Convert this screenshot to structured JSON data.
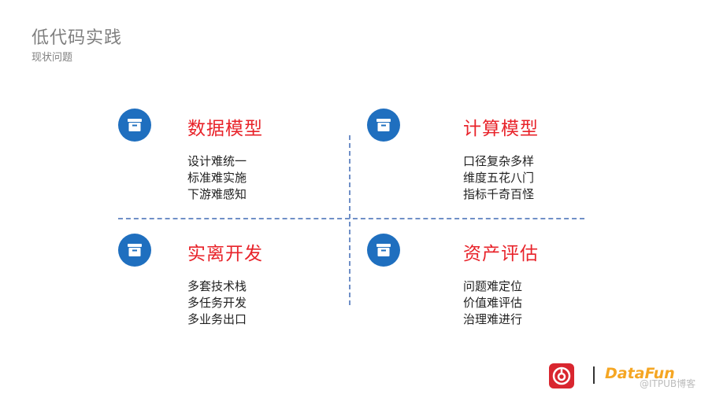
{
  "header": {
    "title": "低代码实践",
    "subtitle": "现状问题"
  },
  "quadrants": [
    {
      "title": "数据模型",
      "icon": "archive-box-icon",
      "items": [
        "设计难统一",
        "标准难实施",
        "下游难感知"
      ]
    },
    {
      "title": "计算模型",
      "icon": "archive-box-icon",
      "items": [
        "口径复杂多样",
        "维度五花八门",
        "指标千奇百怪"
      ]
    },
    {
      "title": "实离开发",
      "icon": "archive-box-icon",
      "items": [
        "多套技术栈",
        "多任务开发",
        "多业务出口"
      ]
    },
    {
      "title": "资产评估",
      "icon": "archive-box-icon",
      "items": [
        "问题难定位",
        "价值难评估",
        "治理难进行"
      ]
    }
  ],
  "colors": {
    "accent_red": "#e8232a",
    "icon_blue": "#1f6fbf",
    "divider_blue": "#6f8fc7",
    "header_gray": "#7f7f7f"
  },
  "footer": {
    "logo_text": "DataFun",
    "watermark": "@ITPUB博客"
  }
}
